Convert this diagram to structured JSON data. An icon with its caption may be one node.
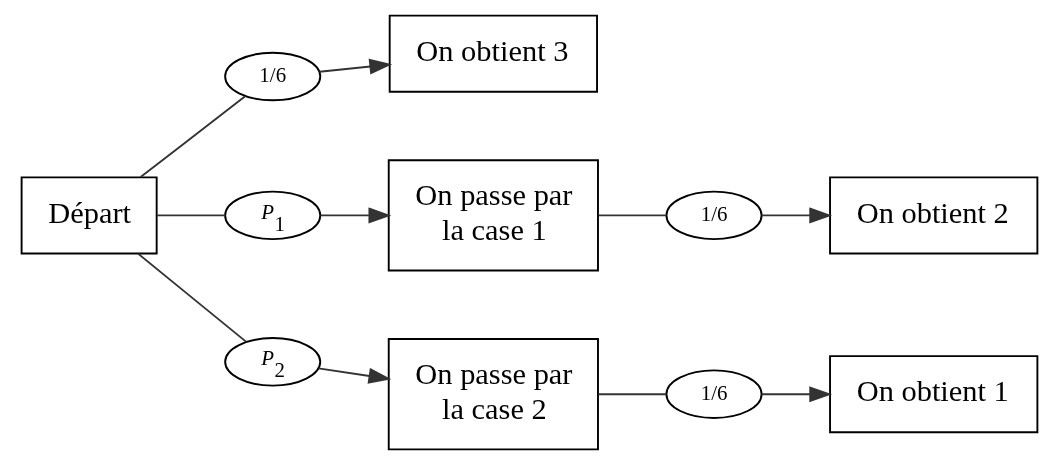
{
  "diagram": {
    "nodes": [
      {
        "text": [
          "Départ"
        ]
      },
      {
        "text": [
          "On obtient 3"
        ]
      },
      {
        "text": [
          "1/6"
        ]
      },
      {
        "text": [
          "*P*$_{1}$"
        ]
      },
      {
        "text": [
          "On passe par la case 1"
        ]
      },
      {
        "text": [
          "1/6"
        ]
      },
      {
        "text": [
          "On obtient 2"
        ]
      },
      {
        "text": [
          "*P*$_{2}$"
        ]
      },
      {
        "text": [
          "On passe par la case 2"
        ]
      },
      {
        "text": [
          "1/6"
        ]
      },
      {
        "text": [
          "On obtient 1"
        ]
      }
    ],
    "edges": [
      {
        "from": 0,
        "to": 2,
        "arrow": "none"
      },
      {
        "from": 2,
        "to": 1,
        "arrow": "to"
      },
      {
        "from": 0,
        "to": 3,
        "arrow": "none"
      },
      {
        "from": 3,
        "to": 4,
        "arrow": "to"
      },
      {
        "from": 4,
        "to": 5,
        "arrow": "none"
      },
      {
        "from": 5,
        "to": 6,
        "arrow": "to"
      },
      {
        "from": 0,
        "to": 7,
        "arrow": "none"
      },
      {
        "from": 7,
        "to": 8,
        "arrow": "to"
      },
      {
        "from": 8,
        "to": 9,
        "arrow": "none"
      },
      {
        "from": 9,
        "to": 10,
        "arrow": "to"
      }
    ]
  }
}
